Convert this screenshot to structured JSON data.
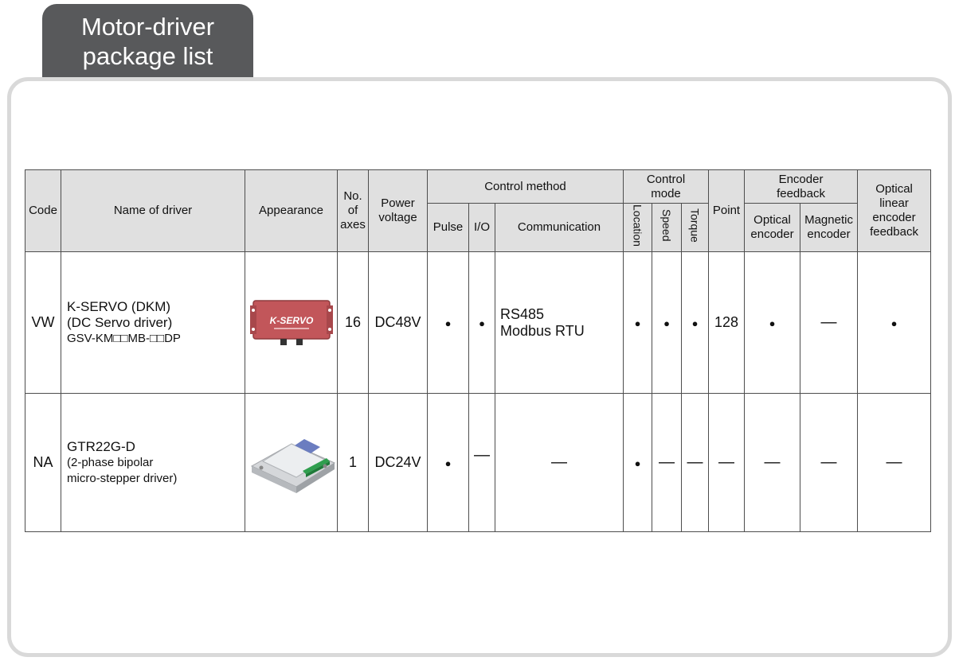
{
  "tab": {
    "line1": "Motor-driver",
    "line2": "package list"
  },
  "header": {
    "code": "Code",
    "name": "Name of driver",
    "appearance": "Appearance",
    "axes": [
      "No.",
      "of",
      "axes"
    ],
    "power": [
      "Power",
      "voltage"
    ],
    "control_method": "Control method",
    "pulse": "Pulse",
    "io": "I/O",
    "communication": "Communication",
    "control_mode": [
      "Control",
      "mode"
    ],
    "location": "Location",
    "speed": "Speed",
    "torque": "Torque",
    "point": "Point",
    "encoder_feedback": [
      "Encoder",
      "feedback"
    ],
    "optical_encoder": [
      "Optical",
      "encoder"
    ],
    "magnetic_encoder": [
      "Magnetic",
      "encoder"
    ],
    "optical_linear": [
      "Optical",
      "linear",
      "encoder",
      "feedback"
    ]
  },
  "rows": [
    {
      "code": "VW",
      "name": [
        "K-SERVO (DKM)",
        "(DC Servo driver)",
        "GSV-KM□□MB-□□DP"
      ],
      "appearance_icon": "k-servo-driver-image",
      "appearance_label": "K-SERVO",
      "axes": "16",
      "power": "DC48V",
      "communication": [
        "RS485",
        "Modbus RTU"
      ],
      "point": "128"
    },
    {
      "code": "NA",
      "name": [
        "GTR22G-D",
        "(2-phase bipolar",
        "micro-stepper driver)"
      ],
      "appearance_icon": "stepper-driver-image",
      "axes": "1",
      "power": "DC24V"
    }
  ],
  "colors": {
    "tab": "#58595b",
    "frame": "#d9d9d9",
    "header_bg": "#e0e0e0",
    "k_servo_body": "#c2565a"
  }
}
